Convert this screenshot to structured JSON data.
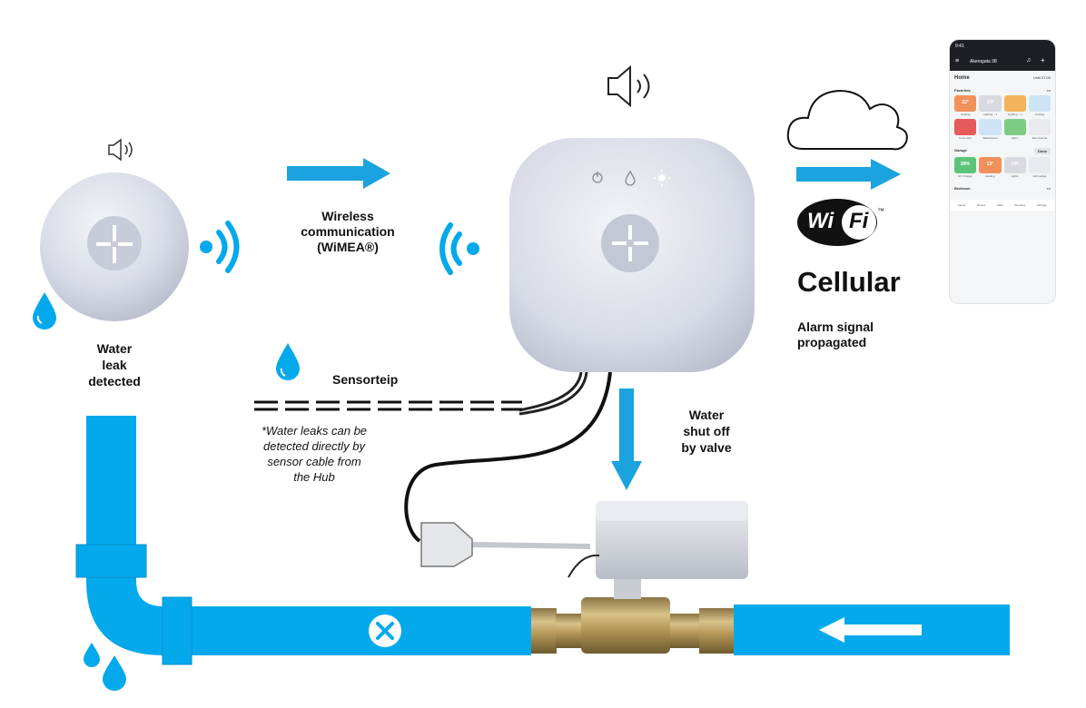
{
  "labels": {
    "wireless": "Wireless communication (WiMEA®)",
    "wireless_l1": "Wireless",
    "wireless_l2": "communication",
    "wireless_l3": "(WiMEA®)",
    "leak_l1": "Water",
    "leak_l2": "leak",
    "leak_l3": "detected",
    "sensorteip": "Sensorteip",
    "note_l1": "*Water leaks can be",
    "note_l2": "detected directly by",
    "note_l3": "sensor cable from",
    "note_l4": "the Hub",
    "shutoff_l1": "Water",
    "shutoff_l2": "shut off",
    "shutoff_l3": "by valve",
    "wifi_logo": "WiFi",
    "wifi_tm": "™",
    "cellular": "Cellular",
    "alarm_l1": "Alarm signal",
    "alarm_l2": "propagated"
  },
  "phone": {
    "time": "9:41",
    "location": "Akerogata 38",
    "home_title": "Home",
    "until": "Until 07:00",
    "sections": {
      "favorites": "Favorites",
      "garage": "Garage",
      "garage_action": "Done",
      "bedroom": "Bedroom"
    },
    "favorites": [
      {
        "name": "Heating",
        "value": "22°",
        "color": "#f0905a"
      },
      {
        "name": "Lighting – 1",
        "value": "Off",
        "color": "#d9dadf"
      },
      {
        "name": "Lighting – 2",
        "value": "",
        "color": "#f3b35b"
      },
      {
        "name": "Cooling",
        "value": "",
        "color": "#cfe3f7"
      },
      {
        "name": "Front door",
        "value": "",
        "color": "#e65a5a"
      },
      {
        "name": "WaterGuard",
        "value": "",
        "color": "#cfe3f7"
      },
      {
        "name": "Alarm",
        "value": "",
        "color": "#7dcc84"
      },
      {
        "name": "Also front lid",
        "value": "",
        "color": "#e9eaee"
      }
    ],
    "garage": [
      {
        "name": "EV Charger",
        "value": "89%",
        "color": "#5cc47a"
      },
      {
        "name": "Heating",
        "value": "13°",
        "color": "#f0905a"
      },
      {
        "name": "Lights",
        "value": "Off",
        "color": "#d9dadf"
      },
      {
        "name": "Add widget",
        "value": "",
        "color": "#e9eaee"
      }
    ],
    "nav": [
      "Home",
      "Rooms",
      "Stats",
      "Routines",
      "Settings"
    ]
  },
  "colors": {
    "water": "#04a9eb",
    "arrow": "#1aa3df",
    "device": "#dde0ea",
    "close_badge": "#04a9eb"
  }
}
